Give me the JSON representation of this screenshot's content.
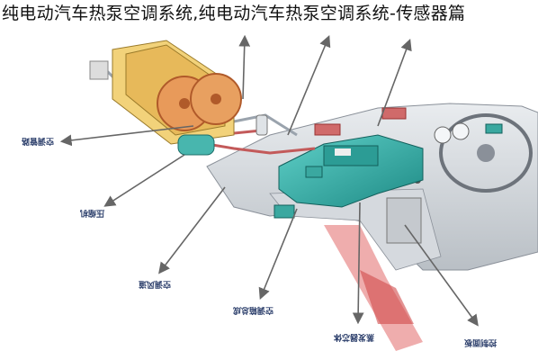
{
  "title": "纯电动汽车热泵空调系统,纯电动汽车热泵空调系统-传感器篇",
  "labels": {
    "left_upper": "空调管路",
    "left_middle": "压缩机",
    "bottom_a": "空调风道",
    "bottom_b": "空调箱总成",
    "bottom_c": "蒸发器芯体",
    "bottom_right": "控制面板"
  }
}
